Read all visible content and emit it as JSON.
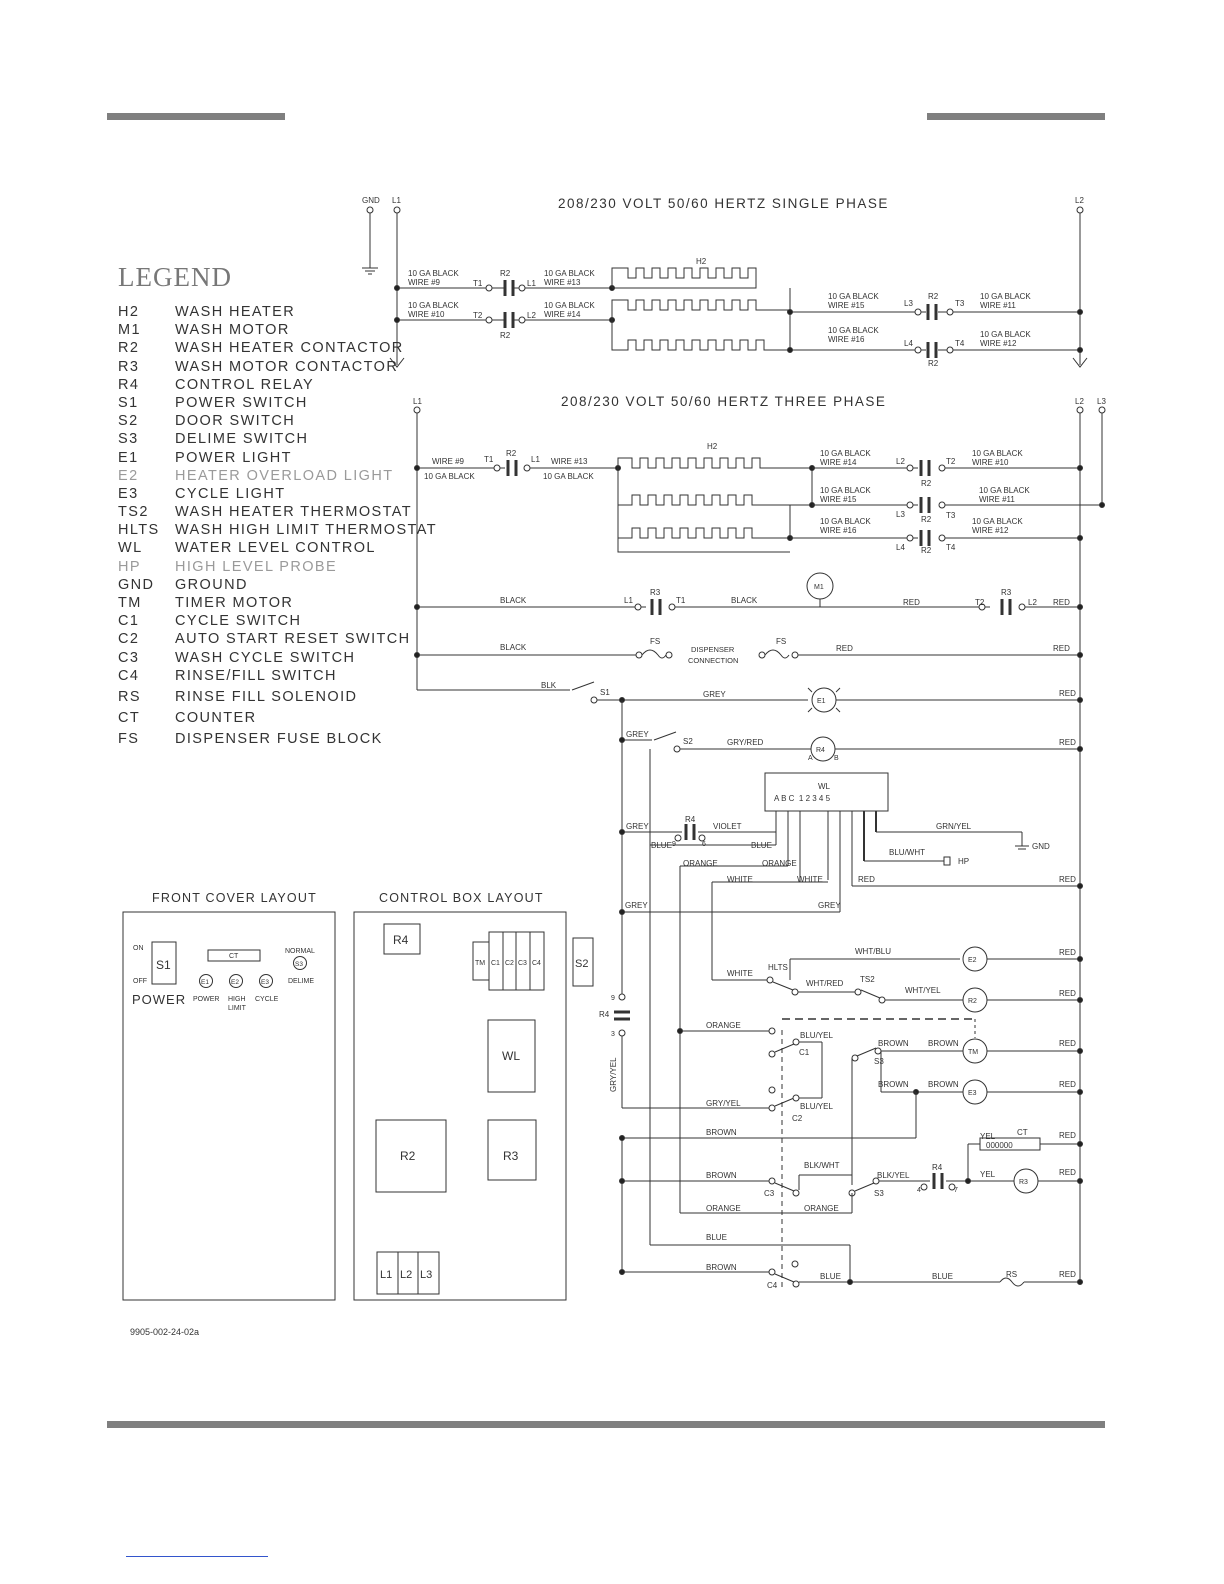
{
  "legend": {
    "title": "LEGEND",
    "items": [
      {
        "code": "H2",
        "label": "WASH HEATER"
      },
      {
        "code": "M1",
        "label": "WASH MOTOR"
      },
      {
        "code": "R2",
        "label": "WASH HEATER CONTACTOR"
      },
      {
        "code": "R3",
        "label": "WASH MOTOR CONTACTOR"
      },
      {
        "code": "R4",
        "label": "CONTROL RELAY"
      },
      {
        "code": "S1",
        "label": "POWER SWITCH"
      },
      {
        "code": "S2",
        "label": "DOOR SWITCH"
      },
      {
        "code": "S3",
        "label": "DELIME SWITCH"
      },
      {
        "code": "E1",
        "label": "POWER LIGHT"
      },
      {
        "code": "E2",
        "label": "HEATER OVERLOAD LIGHT"
      },
      {
        "code": "E3",
        "label": "CYCLE LIGHT"
      },
      {
        "code": "TS2",
        "label": "WASH HEATER THERMOSTAT"
      },
      {
        "code": "HLTS",
        "label": "WASH HIGH LIMIT THERMOSTAT"
      },
      {
        "code": "WL",
        "label": "WATER LEVEL CONTROL"
      },
      {
        "code": "HP",
        "label": "HIGH LEVEL PROBE"
      },
      {
        "code": "GND",
        "label": "GROUND"
      },
      {
        "code": "TM",
        "label": "TIMER MOTOR"
      },
      {
        "code": "C1",
        "label": "CYCLE SWITCH"
      },
      {
        "code": "C2",
        "label": "AUTO START RESET SWITCH"
      },
      {
        "code": "C3",
        "label": "WASH CYCLE SWITCH"
      },
      {
        "code": "C4",
        "label": "RINSE/FILL SWITCH"
      },
      {
        "code": "RS",
        "label": "RINSE FILL SOLENOID"
      },
      {
        "code": "CT",
        "label": "COUNTER"
      },
      {
        "code": "FS",
        "label": "DISPENSER FUSE BLOCK"
      }
    ]
  },
  "single_phase": {
    "title": "208/230 VOLT 50/60 HERTZ SINGLE PHASE",
    "gnd": "GND",
    "l1": "L1",
    "l2": "L2",
    "h2": "H2",
    "wire_a_top": "10 GA BLACK",
    "wire_a_bot": "WIRE #9",
    "wire_b_top": "10 GA BLACK",
    "wire_b_bot": "WIRE #10",
    "wire_c_top": "10 GA BLACK",
    "wire_c_bot": "WIRE #13",
    "wire_d_top": "10 GA BLACK",
    "wire_d_bot": "WIRE #14",
    "wire_e_top": "10 GA BLACK",
    "wire_e_bot": "WIRE #15",
    "wire_f_top": "10 GA BLACK",
    "wire_f_bot": "WIRE #16",
    "wire_g_top": "10 GA BLACK",
    "wire_g_bot": "WIRE #11",
    "wire_h_top": "10 GA BLACK",
    "wire_h_bot": "WIRE #12",
    "t1": "T1",
    "t2": "T2",
    "r2": "R2",
    "l1c": "L1",
    "l2c": "L2",
    "l3": "L3",
    "l4": "L4",
    "t3": "T3",
    "t4": "T4"
  },
  "three_phase": {
    "title": "208/230 VOLT 50/60 HERTZ THREE PHASE",
    "l1": "L1",
    "l2": "L2",
    "l3": "L3",
    "h2": "H2",
    "w9": "WIRE #9",
    "ga": "10 GA BLACK",
    "w13": "WIRE #13",
    "w14": "WIRE #14",
    "w15": "WIRE #15",
    "w16": "WIRE #16",
    "w10": "WIRE #10",
    "w11": "WIRE #11",
    "w12": "WIRE #12",
    "t1": "T1",
    "t2": "T2",
    "t3": "T3",
    "t4": "T4",
    "r2": "R2",
    "l4": "L4"
  },
  "control": {
    "black": "BLACK",
    "red": "RED",
    "r3": "R3",
    "t1": "T1",
    "t2": "T2",
    "l1": "L1",
    "l2": "L2",
    "m1": "M1",
    "fs": "FS",
    "dispenser_1": "DISPENSER",
    "dispenser_2": "CONNECTION",
    "blk": "BLK",
    "s1": "S1",
    "grey": "GREY",
    "e1": "E1",
    "s2": "S2",
    "gryred": "GRY/RED",
    "r4": "R4",
    "a": "A",
    "b": "B",
    "wl": "WL",
    "wl_terms": "A B C  1 2 3 4 5",
    "violet": "VIOLET",
    "blue": "BLUE",
    "orange": "ORANGE",
    "white": "WHITE",
    "grnyel": "GRN/YEL",
    "gnd": "GND",
    "bluwht": "BLU/WHT",
    "hp": "HP",
    "whtblu": "WHT/BLU",
    "e2": "E2",
    "hlts": "HLTS",
    "whtred": "WHT/RED",
    "ts2": "TS2",
    "whtyel": "WHT/YEL",
    "r2": "R2",
    "bluyel": "BLU/YEL",
    "c1": "C1",
    "brown": "BROWN",
    "s3": "S3",
    "tm": "TM",
    "e3": "E3",
    "gryyel": "GRY/YEL",
    "c2": "C2",
    "yel": "YEL",
    "ct": "CT",
    "ct_count": "000000",
    "blkwht": "BLK/WHT",
    "blkyel": "BLK/YEL",
    "c3": "C3",
    "n4": "4",
    "n7": "7",
    "n9": "9",
    "n6": "6",
    "n3": "3",
    "rs": "RS",
    "c4": "C4"
  },
  "front_cover": {
    "title": "FRONT COVER LAYOUT",
    "on": "ON",
    "off": "OFF",
    "s1": "S1",
    "power": "POWER",
    "ct": "CT",
    "normal": "NORMAL",
    "s3": "S3",
    "delime": "DELIME",
    "e1": "E1",
    "e2": "E2",
    "e3": "E3",
    "e1_label": "POWER",
    "e2_label_1": "HIGH",
    "e2_label_2": "LIMIT",
    "e3_label": "CYCLE"
  },
  "control_box": {
    "title": "CONTROL BOX LAYOUT",
    "r4": "R4",
    "tm": "TM",
    "c1": "C1",
    "c2": "C2",
    "c3": "C3",
    "c4": "C4",
    "s2": "S2",
    "wl": "WL",
    "r2": "R2",
    "r3": "R3",
    "l1": "L1",
    "l2": "L2",
    "l3": "L3"
  },
  "drawing_number": "9905-002-24-02a"
}
